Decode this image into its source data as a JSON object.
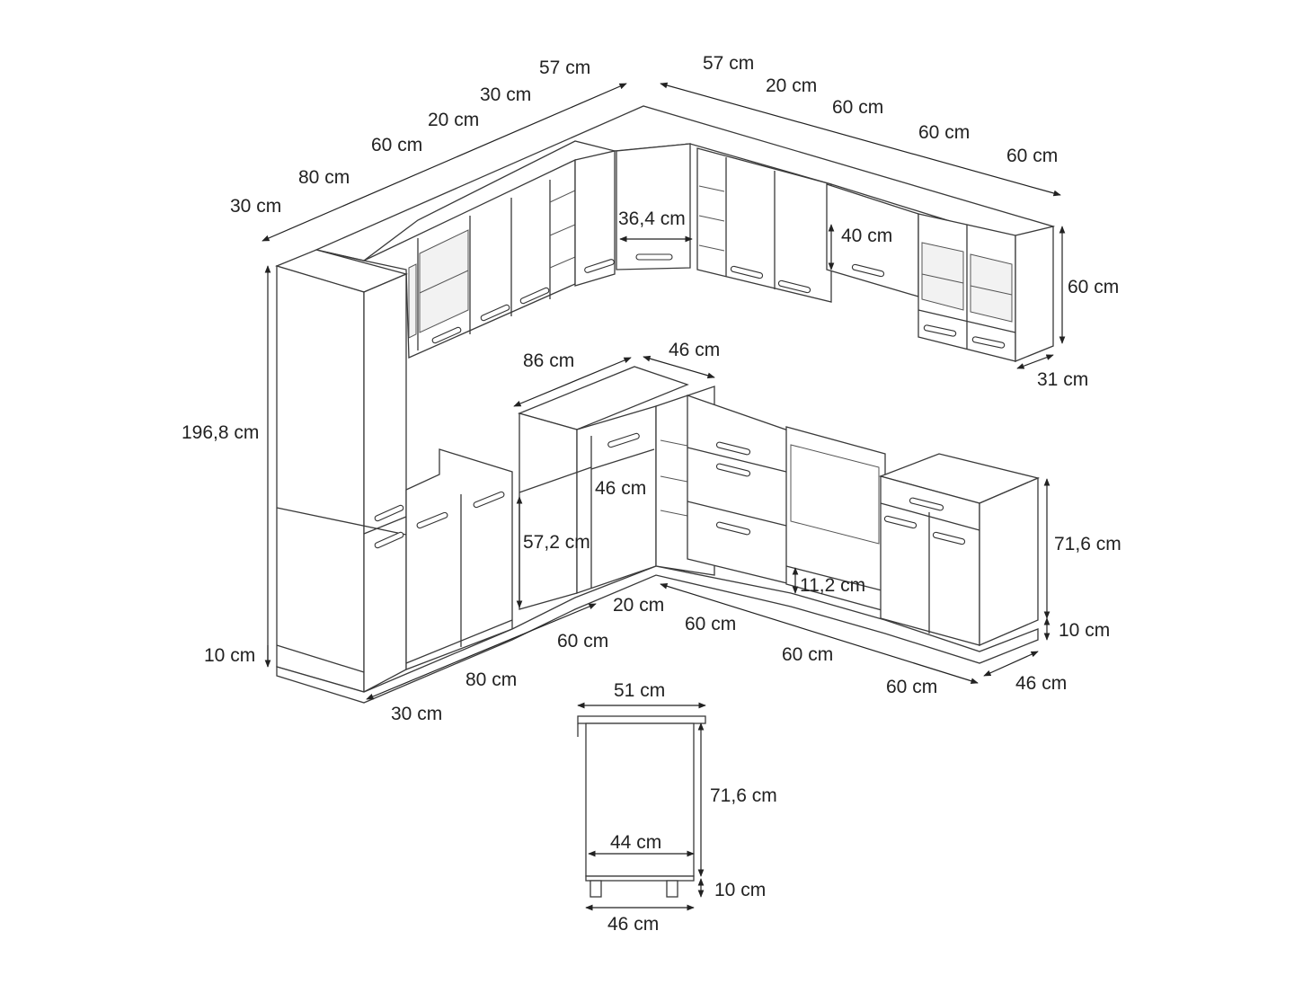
{
  "diagram": {
    "upper_top_left_dims": [
      "30 cm",
      "80 cm",
      "60 cm",
      "20 cm",
      "30 cm",
      "57 cm"
    ],
    "upper_top_right_dims": [
      "57 cm",
      "20 cm",
      "60 cm",
      "60 cm",
      "60 cm"
    ],
    "upper_inner": {
      "corner_door_width": "36,4 cm",
      "flap_height": "40 cm",
      "upper_height": "60 cm",
      "upper_depth": "31 cm"
    },
    "tall": {
      "height": "196,8 cm",
      "plinth": "10 cm"
    },
    "base_back": {
      "corner_width": "86 cm",
      "corner_depth": "46 cm",
      "panel_width": "46 cm",
      "door_height": "57,2 cm"
    },
    "base_right": {
      "height": "71,6 cm",
      "plinth": "10 cm",
      "depth": "46 cm",
      "oven_gap": "11,2 cm"
    },
    "base_bottom_dims": [
      "30 cm",
      "80 cm",
      "60 cm",
      "20 cm",
      "60 cm",
      "60 cm",
      "60 cm"
    ],
    "section": {
      "top_width": "51 cm",
      "height": "71,6 cm",
      "inner_depth": "44 cm",
      "plinth": "10 cm",
      "depth": "46 cm"
    }
  }
}
